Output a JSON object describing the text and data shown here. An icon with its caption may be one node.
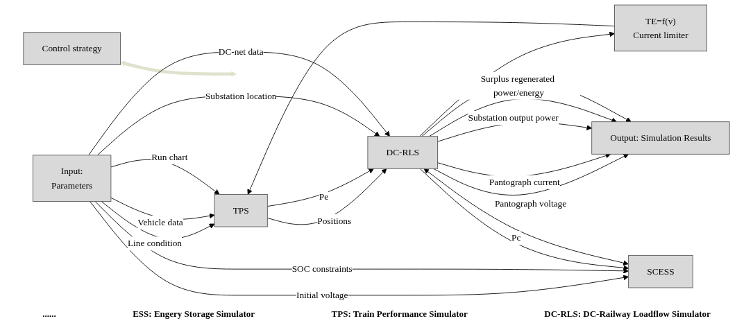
{
  "diagram": {
    "nodes": [
      {
        "text": [
          "Input:",
          "Parameters"
        ]
      },
      {
        "text": [
          "TE=f(v)",
          "Current limiter"
        ]
      },
      {
        "text": [
          "TPS"
        ]
      },
      {
        "text": [
          "Control strategy"
        ]
      },
      {
        "text": [
          "SCESS"
        ]
      },
      {
        "text": [
          "DC-RLS"
        ]
      },
      {
        "text": [
          "Output: Simulation Results"
        ]
      }
    ],
    "edges": [
      {
        "from": 5,
        "to": 1,
        "arrow": "to"
      },
      {
        "from": 1,
        "to": 2,
        "arrow": "to"
      },
      {
        "from": 0,
        "to": 2,
        "label": "Line condition",
        "arrow": "to"
      },
      {
        "from": 0,
        "to": 2,
        "label": "Vehicle data",
        "arrow": "to"
      },
      {
        "from": 0,
        "to": 2,
        "label": "Run chart",
        "arrow": "to"
      },
      {
        "from": 2,
        "to": 5,
        "label": "Positions",
        "arrow": "to"
      },
      {
        "from": 2,
        "to": 5,
        "label": "Pe",
        "arrow": "to"
      },
      {
        "from": 0,
        "to": 4,
        "label": "Initial voltage",
        "arrow": "to"
      },
      {
        "from": 0,
        "to": 4,
        "label": "SOC constraints",
        "arrow": "to"
      },
      {
        "from": 4,
        "to": 5,
        "label": "Pc",
        "arrow": "both"
      },
      {
        "from": 3,
        "to": null,
        "arrow": "both",
        "style": "thick",
        "color": "#dde3cc"
      },
      {
        "from": 0,
        "to": 5,
        "label": "Substation location",
        "arrow": "to"
      },
      {
        "from": 0,
        "to": 5,
        "label": "DC-net data",
        "arrow": "to"
      },
      {
        "from": 5,
        "to": 6,
        "label": "Pantograph  voltage",
        "arrow": "to"
      },
      {
        "from": 5,
        "to": 6,
        "label": "Pantograph current",
        "arrow": "to"
      },
      {
        "from": 5,
        "to": 6,
        "label": "Substation output power",
        "arrow": "to"
      },
      {
        "from": 5,
        "to": 6,
        "label": "Surplus regenerated power/energy",
        "arrow": "to"
      },
      {
        "from": 5,
        "to": 6,
        "arrow": "to"
      },
      {
        "from": 5,
        "to": 4,
        "arrow": "to"
      }
    ],
    "labels": [
      "......",
      "ESS: Engery Storage Simulator",
      "TPS: Train Performance Simulator",
      "DC-RLS: DC-Railway Loadflow Simulator"
    ]
  }
}
